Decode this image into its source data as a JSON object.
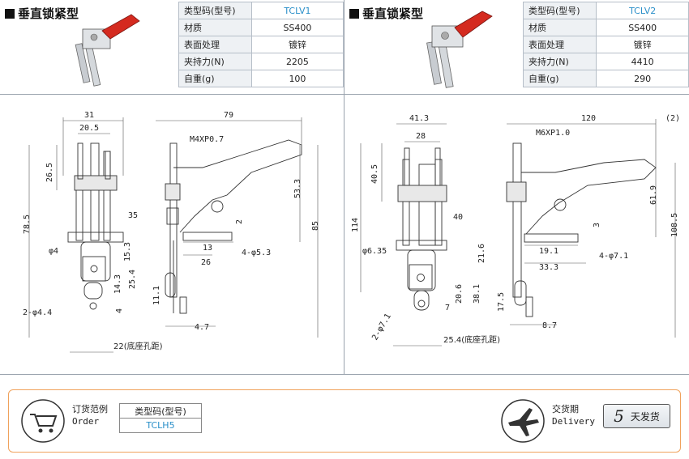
{
  "left": {
    "title": "垂直锁紧型",
    "specs": [
      {
        "key": "类型码(型号)",
        "value": "TCLV1"
      },
      {
        "key": "材质",
        "value": "SS400"
      },
      {
        "key": "表面处理",
        "value": "镀锌"
      },
      {
        "key": "夹持力(N)",
        "value": "2205"
      },
      {
        "key": "自重(g)",
        "value": "100"
      }
    ],
    "dims": {
      "d31": "31",
      "d20_5": "20.5",
      "d26_5": "26.5",
      "d78_5": "78.5",
      "d35": "35",
      "phi4": "φ4",
      "d15_3": "15.3",
      "d14_3": "14.3",
      "d25_4": "25.4",
      "d4": "4",
      "hole": "2-φ4.4",
      "base": "22(底座孔距)",
      "d79": "79",
      "thread": "M4XP0.7",
      "d53_3": "53.3",
      "d85": "85",
      "d2": "2",
      "d13": "13",
      "d26": "26",
      "holes2": "4-φ5.3",
      "d11_1": "11.1",
      "d4_7": "4.7"
    }
  },
  "right": {
    "title": "垂直锁紧型",
    "specs": [
      {
        "key": "类型码(型号)",
        "value": "TCLV2"
      },
      {
        "key": "材质",
        "value": "SS400"
      },
      {
        "key": "表面处理",
        "value": "镀锌"
      },
      {
        "key": "夹持力(N)",
        "value": "4410"
      },
      {
        "key": "自重(g)",
        "value": "290"
      }
    ],
    "dims": {
      "d41_3": "41.3",
      "d28": "28",
      "d40_5": "40.5",
      "d114": "114",
      "d40": "40",
      "phi6_35": "φ6.35",
      "d21_6": "21.6",
      "d20_6": "20.6",
      "d38_1": "38.1",
      "d7": "7",
      "hole": "2-φ7.1",
      "base": "25.4(底座孔距)",
      "d120": "120",
      "note2": "(2)",
      "thread": "M6XP1.0",
      "d61_9": "61.9",
      "d108_5": "108.5",
      "d3": "3",
      "d19_1": "19.1",
      "d33_3": "33.3",
      "holes4": "4-φ7.1",
      "d17_5": "17.5",
      "d8_7": "8.7"
    }
  },
  "footer": {
    "order_cn": "订货范例",
    "order_en": "Order",
    "order_header": "类型码(型号)",
    "order_code": "TCLH5",
    "delivery_cn": "交货期",
    "delivery_en": "Delivery",
    "days": "5",
    "days_label": "天发货"
  },
  "colors": {
    "accent": "#2a8fc9",
    "handle": "#d42a1f",
    "footer_border": "#f0a25c"
  }
}
